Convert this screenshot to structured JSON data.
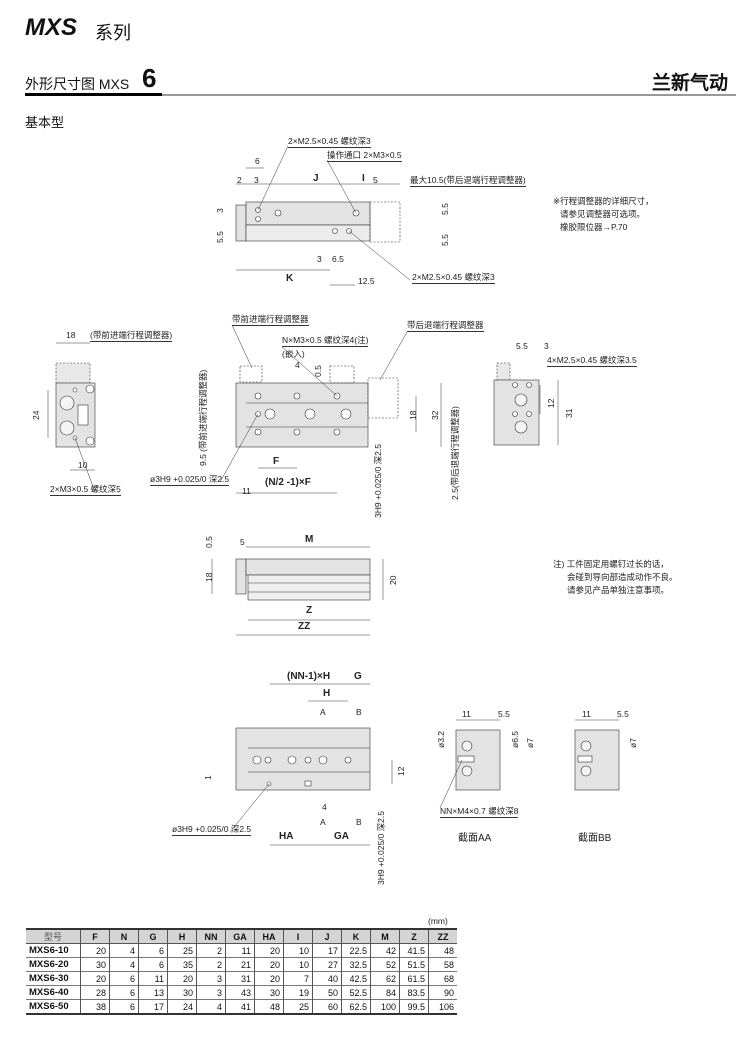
{
  "header": {
    "series": "MXS",
    "series_suffix": "系列",
    "section_title": "外形尺寸图 MXS",
    "section_model": "6",
    "brand": "兰新气动",
    "subtitle": "基本型"
  },
  "top_view": {
    "callout_top": "2×M2.5×0.45 螺纹深3",
    "port": "操作通口 2×M3×0.5",
    "d6": "6",
    "d2": "2",
    "d3": "3",
    "J": "J",
    "I": "I",
    "d5": "5",
    "max_note": "最大10.5(带后退端行程调整器)",
    "v3": "3",
    "v55a": "5.5",
    "v55b": "5.5",
    "v55c": "5.5",
    "d3b": "3",
    "d65": "6.5",
    "K": "K",
    "d125": "12.5",
    "callout_bottom": "2×M2.5×0.45 螺纹深3"
  },
  "adjuster_note": [
    "※行程调整器的详细尺寸，",
    "请参见调整器可选项。",
    "橡胶限位器→P.70"
  ],
  "front_view": {
    "d18": "18",
    "front_adj_paren": "(带前进端行程调整器)",
    "v24": "24",
    "d10": "10",
    "left_callout": "2×M3×0.5 螺纹深5",
    "front_adj": "带前进端行程调整器",
    "n_callout": "N×M3×0.5 螺纹深4(注)",
    "embed": "(嵌入)",
    "d4": "4",
    "v05": "0.5",
    "rear_adj": "带后退端行程调整器",
    "v95": "9.5 (带前进端行程调整器)",
    "v18": "18",
    "v32": "32",
    "F": "F",
    "pin_hole": "ø3H9 +0.025/0 深2.5",
    "nf_formula": "(N/2 -1)×F",
    "d11": "11",
    "v_pin": "3H9 +0.025/0 深2.5",
    "v25": "2.5(带后退端行程调整器)"
  },
  "right_view": {
    "d55": "5.5",
    "d3": "3",
    "callout": "4×M2.5×0.45 螺纹深3.5",
    "v12": "12",
    "v31": "31"
  },
  "side_view": {
    "v05": "0.5",
    "d5": "5",
    "M": "M",
    "v18": "18",
    "v20": "20",
    "Z": "Z",
    "ZZ": "ZZ"
  },
  "caution_note": [
    "注) 工件固定用螺钉过长的话，",
    "会碰到导向部造成动作不良。",
    "请参见产品单独注意事项。"
  ],
  "bottom_view": {
    "nnh": "(NN-1)×H",
    "G": "G",
    "H": "H",
    "A": "A",
    "B": "B",
    "v12": "12",
    "v1": "1",
    "d4": "4",
    "pin_hole": "ø3H9 +0.025/0 深2.5",
    "HA": "HA",
    "GA": "GA",
    "v_pin": "3H9 +0.025/0 深2.5"
  },
  "section_aa": {
    "d11": "11",
    "d55": "5.5",
    "v32": "ø3.2",
    "v65": "ø6.5",
    "v7": "ø7",
    "callout": "NN×M4×0.7 螺纹深8",
    "title": "截面AA"
  },
  "section_bb": {
    "d11": "11",
    "d55": "5.5",
    "v7": "ø7",
    "title": "截面BB"
  },
  "table": {
    "unit": "(mm)",
    "headers": [
      "型号",
      "F",
      "N",
      "G",
      "H",
      "NN",
      "GA",
      "HA",
      "I",
      "J",
      "K",
      "M",
      "Z",
      "ZZ"
    ],
    "rows": [
      [
        "MXS6-10",
        "20",
        "4",
        "6",
        "25",
        "2",
        "11",
        "20",
        "10",
        "17",
        "22.5",
        "42",
        "41.5",
        "48"
      ],
      [
        "MXS6-20",
        "30",
        "4",
        "6",
        "35",
        "2",
        "21",
        "20",
        "10",
        "27",
        "32.5",
        "52",
        "51.5",
        "58"
      ],
      [
        "MXS6-30",
        "20",
        "6",
        "11",
        "20",
        "3",
        "31",
        "20",
        "7",
        "40",
        "42.5",
        "62",
        "61.5",
        "68"
      ],
      [
        "MXS6-40",
        "28",
        "6",
        "13",
        "30",
        "3",
        "43",
        "30",
        "19",
        "50",
        "52.5",
        "84",
        "83.5",
        "90"
      ],
      [
        "MXS6-50",
        "38",
        "6",
        "17",
        "24",
        "4",
        "41",
        "48",
        "25",
        "60",
        "62.5",
        "100",
        "99.5",
        "106"
      ]
    ]
  }
}
